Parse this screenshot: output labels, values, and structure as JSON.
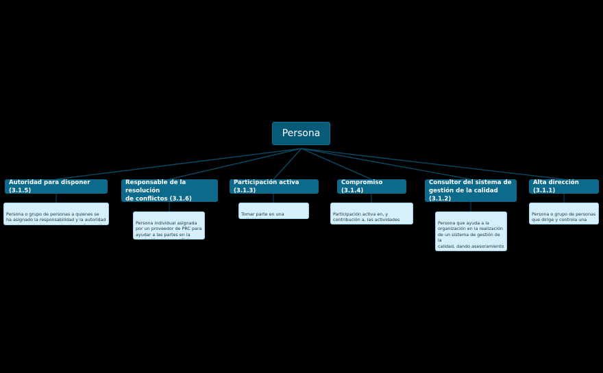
{
  "root": {
    "label": "Persona"
  },
  "branches": [
    {
      "title": "Autoridad para disponer (3.1.5)",
      "note": "Persona o grupo de personas a quienes se\nha asignado la responsabilidad y la autoridad\npara tomar decisiones sobre la  configuración"
    },
    {
      "title": "Responsable de la resolución\nde conflictos (3.1.6)",
      "note": "Persona individual asignada\npor un proveedor de PRC para\nayudar a las partes en la\nresolución de un conflicto"
    },
    {
      "title": "Participación activa (3.1.3)",
      "note": "Tomar parte en una actividad,\nevento o situación"
    },
    {
      "title": "Compromiso (3.1.4)",
      "note": "Participación activa en, y\ncontribución a, las actividades para\nlograr objetivos compartidos"
    },
    {
      "title": "Consultor del sistema de\ngestión de la calidad (3.1.2)",
      "note": "Persona que ayuda a la\norganización en la realización\nde un sistema de gestión de la\ncalidad, dando asesoramiento\no información"
    },
    {
      "title": "Alta dirección (3.1.1)",
      "note": "Persona o grupo de personas\nque dirige y controla una\norganización al más alto nivel"
    }
  ],
  "colors": {
    "background": "#000000",
    "root": "#075a78",
    "topic": "#0c6a8c",
    "note": "#d6f0fb",
    "connector": "#0a4a63"
  }
}
